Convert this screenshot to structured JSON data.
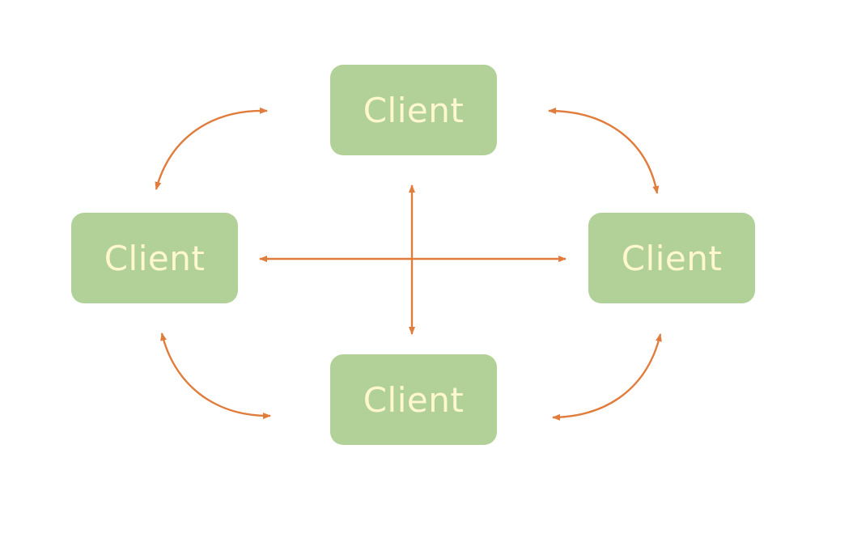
{
  "colors": {
    "background": "#ffffff",
    "node_fill": "#b1d198",
    "node_text": "#fff7cf",
    "edge": "#e07c3c"
  },
  "diagram": {
    "type": "peer-to-peer network",
    "nodes": [
      {
        "id": "top",
        "label": "Client"
      },
      {
        "id": "left",
        "label": "Client"
      },
      {
        "id": "right",
        "label": "Client"
      },
      {
        "id": "bottom",
        "label": "Client"
      }
    ],
    "edges": [
      {
        "from": "top",
        "to": "left",
        "direction": "bidirectional"
      },
      {
        "from": "top",
        "to": "right",
        "direction": "bidirectional"
      },
      {
        "from": "left",
        "to": "bottom",
        "direction": "bidirectional"
      },
      {
        "from": "right",
        "to": "bottom",
        "direction": "bidirectional"
      },
      {
        "from": "left",
        "to": "right",
        "direction": "bidirectional"
      },
      {
        "from": "top",
        "to": "bottom",
        "direction": "bidirectional"
      }
    ]
  }
}
